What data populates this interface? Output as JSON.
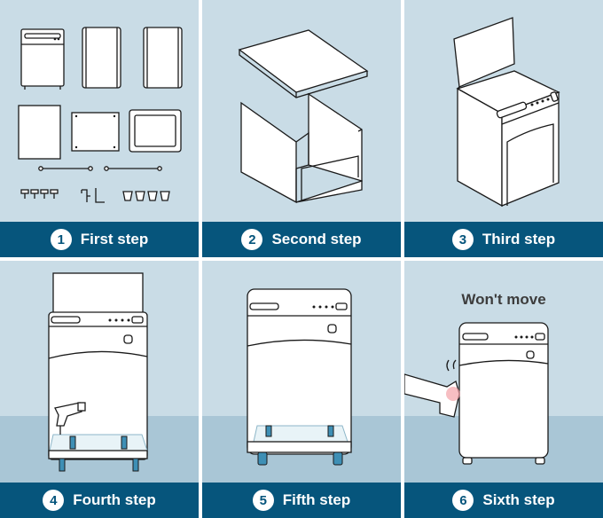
{
  "steps": [
    {
      "number": "1",
      "label": "First step"
    },
    {
      "number": "2",
      "label": "Second step"
    },
    {
      "number": "3",
      "label": "Third step"
    },
    {
      "number": "4",
      "label": "Fourth step"
    },
    {
      "number": "5",
      "label": "Fifth step"
    },
    {
      "number": "6",
      "label": "Sixth step"
    }
  ],
  "annotation": "Won't move",
  "colors": {
    "panel_bg": "#c9dce6",
    "floor": "#a9c6d6",
    "bar": "#06557c",
    "accent_foot": "#3e8fb5"
  }
}
